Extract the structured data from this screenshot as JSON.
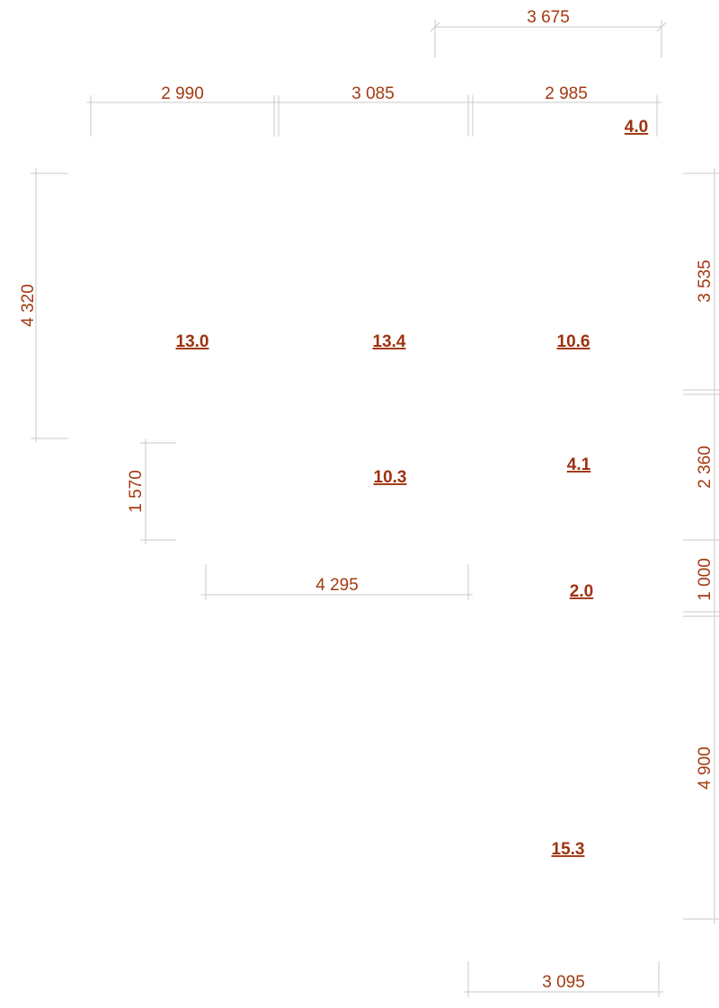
{
  "colors": {
    "dimension_text": "#a33a12",
    "area_text": "#9e3210",
    "dimension_line": "#c8c8c8",
    "background": "#ffffff"
  },
  "dimensions": {
    "top_overall": "3 675",
    "top_left": "2 990",
    "top_middle": "3 085",
    "top_right": "2 985",
    "left_upper": "4 320",
    "left_inner": "1 570",
    "inner_horizontal": "4 295",
    "right_upper": "3 535",
    "right_middle": "2 360",
    "right_small": "1 000",
    "right_lower": "4 900",
    "bottom": "3 095"
  },
  "areas": {
    "room_balcony": "4.0",
    "room_left": "13.0",
    "room_middle": "13.4",
    "room_right": "10.6",
    "room_hall": "10.3",
    "room_bath": "4.1",
    "room_wc": "2.0",
    "room_kitchen": "15.3"
  }
}
